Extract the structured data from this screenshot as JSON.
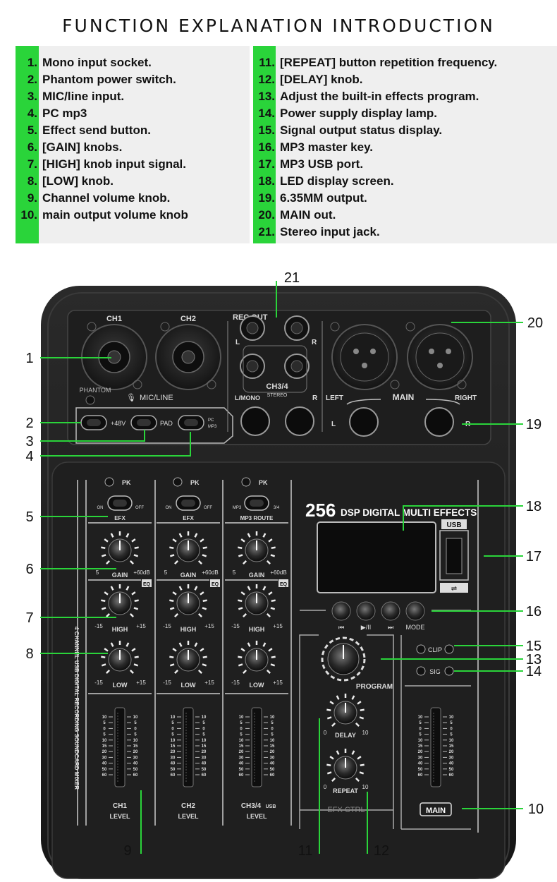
{
  "title": "FUNCTION EXPLANATION INTRODUCTION",
  "legend_left": [
    {
      "num": "1.",
      "text": "Mono input socket."
    },
    {
      "num": "2.",
      "text": "Phantom power switch."
    },
    {
      "num": "3.",
      "text": "MIC/line input."
    },
    {
      "num": "4.",
      "text": "PC mp3"
    },
    {
      "num": "5.",
      "text": "Effect send button."
    },
    {
      "num": "6.",
      "text": "[GAIN] knobs."
    },
    {
      "num": "7.",
      "text": "[HIGH] knob input signal."
    },
    {
      "num": "8.",
      "text": "[LOW] knob."
    },
    {
      "num": "9.",
      "text": "Channel volume knob."
    },
    {
      "num": "10.",
      "text": "main output volume knob"
    }
  ],
  "legend_right": [
    {
      "num": "11.",
      "text": "[REPEAT] button repetition frequency."
    },
    {
      "num": "12.",
      "text": "[DELAY] knob."
    },
    {
      "num": "13.",
      "text": "Adjust the built-in effects program."
    },
    {
      "num": "14.",
      "text": "Power supply display lamp."
    },
    {
      "num": "15.",
      "text": "Signal output status display."
    },
    {
      "num": "16.",
      "text": "MP3 master key."
    },
    {
      "num": "17.",
      "text": "MP3 USB port."
    },
    {
      "num": "18.",
      "text": "LED display screen."
    },
    {
      "num": "19.",
      "text": "6.35MM output."
    },
    {
      "num": "20.",
      "text": "MAIN out."
    },
    {
      "num": "21.",
      "text": "Stereo input jack."
    }
  ],
  "callouts": {
    "c1": "1",
    "c2": "2",
    "c3": "3",
    "c4": "4",
    "c5": "5",
    "c6": "6",
    "c7": "7",
    "c8": "8",
    "c9": "9",
    "c10": "10",
    "c11": "11",
    "c12": "12",
    "c13": "13",
    "c14": "14",
    "c15": "15",
    "c16": "16",
    "c17": "17",
    "c18": "18",
    "c19": "19",
    "c20": "20",
    "c21": "21"
  },
  "device": {
    "ch1": "CH1",
    "ch2": "CH2",
    "rec_out": "REC OUT",
    "rec_l": "L",
    "rec_r": "R",
    "ch34": "CH3/4",
    "stereo": "STEREO",
    "l_mono": "L/MONO",
    "r_jack": "R",
    "phantom": "PHANTOM",
    "mic_line": "MIC/LINE",
    "plus48v": "+48V",
    "pad": "PAD",
    "pc": "PC",
    "mp3": "MP3",
    "left": "LEFT",
    "main": "MAIN",
    "right": "RIGHT",
    "main_l": "L",
    "main_r": "R",
    "pk": "PK",
    "on": "ON",
    "off": "OFF",
    "mp3_sw": "MP3",
    "sw_34": "3/4",
    "efx": "EFX",
    "mp3_route": "MP3 ROUTE",
    "gain": "GAIN",
    "gain_min": "5",
    "gain_max": "+60dB",
    "eq": "EQ",
    "high": "HIGH",
    "low": "LOW",
    "eq_min": "-15",
    "eq_max": "+15",
    "side_text": "4 CHANNEL USB DIGITAL RECORDING SOUNDCARD MIXER",
    "ch1_level": "CH1",
    "ch2_level": "CH2",
    "ch34_level": "CH3/4",
    "usb_small": "USB",
    "level": "LEVEL",
    "brand_num": "256",
    "brand_text": "DSP DIGITAL MULTI EFFECTS",
    "usb": "USB",
    "mode": "MODE",
    "program": "PROGRAM",
    "delay": "DELAY",
    "repeat": "REPEAT",
    "zero": "0",
    "ten": "10",
    "efx_ctrl": "EFX CTRL",
    "clip": "CLIP",
    "sig": "SIG",
    "main_btn": "MAIN",
    "scale": [
      "10",
      "5",
      "0",
      "5",
      "10",
      "15",
      "20",
      "30",
      "40",
      "50",
      "60"
    ]
  },
  "colors": {
    "accent_green": "#2ad43a",
    "panel_dark": "#1a1a1a",
    "panel_mid": "#262626"
  }
}
